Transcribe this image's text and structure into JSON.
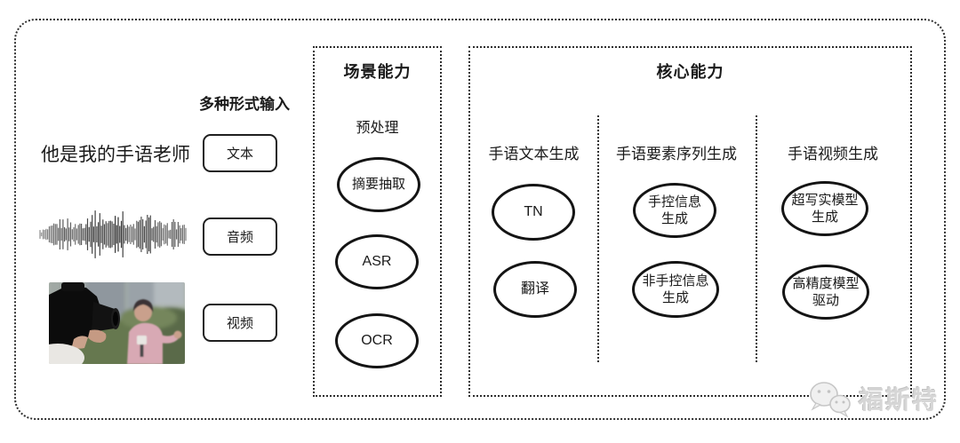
{
  "input_section": {
    "title": "多种形式输入",
    "text_example": "他是我的手语老师",
    "items": [
      {
        "label": "文本",
        "example": "text-sentence"
      },
      {
        "label": "音频",
        "example": "audio-waveform-icon"
      },
      {
        "label": "视频",
        "example": "video-thumbnail"
      }
    ]
  },
  "scene_section": {
    "title": "场景能力",
    "subtitle": "预处理",
    "nodes": [
      "摘要抽取",
      "ASR",
      "OCR"
    ]
  },
  "core_section": {
    "title": "核心能力",
    "columns": [
      {
        "header": "手语文本生成",
        "nodes": [
          {
            "label": "TN"
          },
          {
            "label": "翻译"
          }
        ]
      },
      {
        "header": "手语要素序列生成",
        "nodes": [
          {
            "label": "手控信息",
            "label2": "生成"
          },
          {
            "label": "非手控信息",
            "label2": "生成"
          }
        ]
      },
      {
        "header": "手语视频生成",
        "nodes": [
          {
            "label": "超写实模型",
            "label2": "生成"
          },
          {
            "label": "高精度模型",
            "label2": "驱动"
          }
        ]
      }
    ]
  },
  "watermark": {
    "icon": "wechat-icon",
    "text": "福斯特"
  },
  "colors": {
    "background": "#ffffff",
    "line": "#2f2f2f",
    "text": "#1a1a1a",
    "watermark": "#d6d6d6"
  }
}
